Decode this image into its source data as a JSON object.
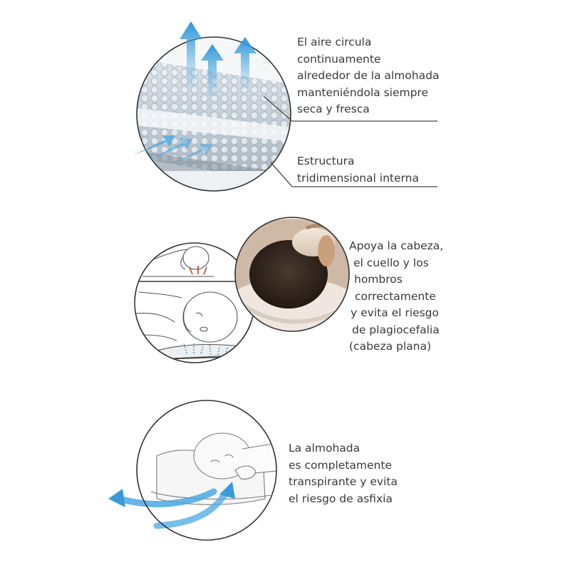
{
  "section1": {
    "airflow_lines": [
      "El aire circula",
      "continuamente",
      "alrededor de la almohada",
      "manteniéndola siempre",
      "seca y fresca"
    ],
    "structure_lines": [
      "Estructura",
      "tridimensional interna"
    ]
  },
  "section2": {
    "support_lines": [
      "Apoya la cabeza,",
      "el cuello y los",
      "hombros",
      "correctamente",
      "y evita el riesgo",
      "de plagiocefalia",
      "(cabeza plana)"
    ]
  },
  "section3": {
    "breathable_lines": [
      "La almohada",
      "es completamente",
      "transpirante y evita",
      "el riesgo de asfixia"
    ]
  },
  "colors": {
    "text": "#3a3a3a",
    "arrow_blue": "#4aa8e0",
    "circle_border": "#333333",
    "callout_line": "#444444"
  }
}
